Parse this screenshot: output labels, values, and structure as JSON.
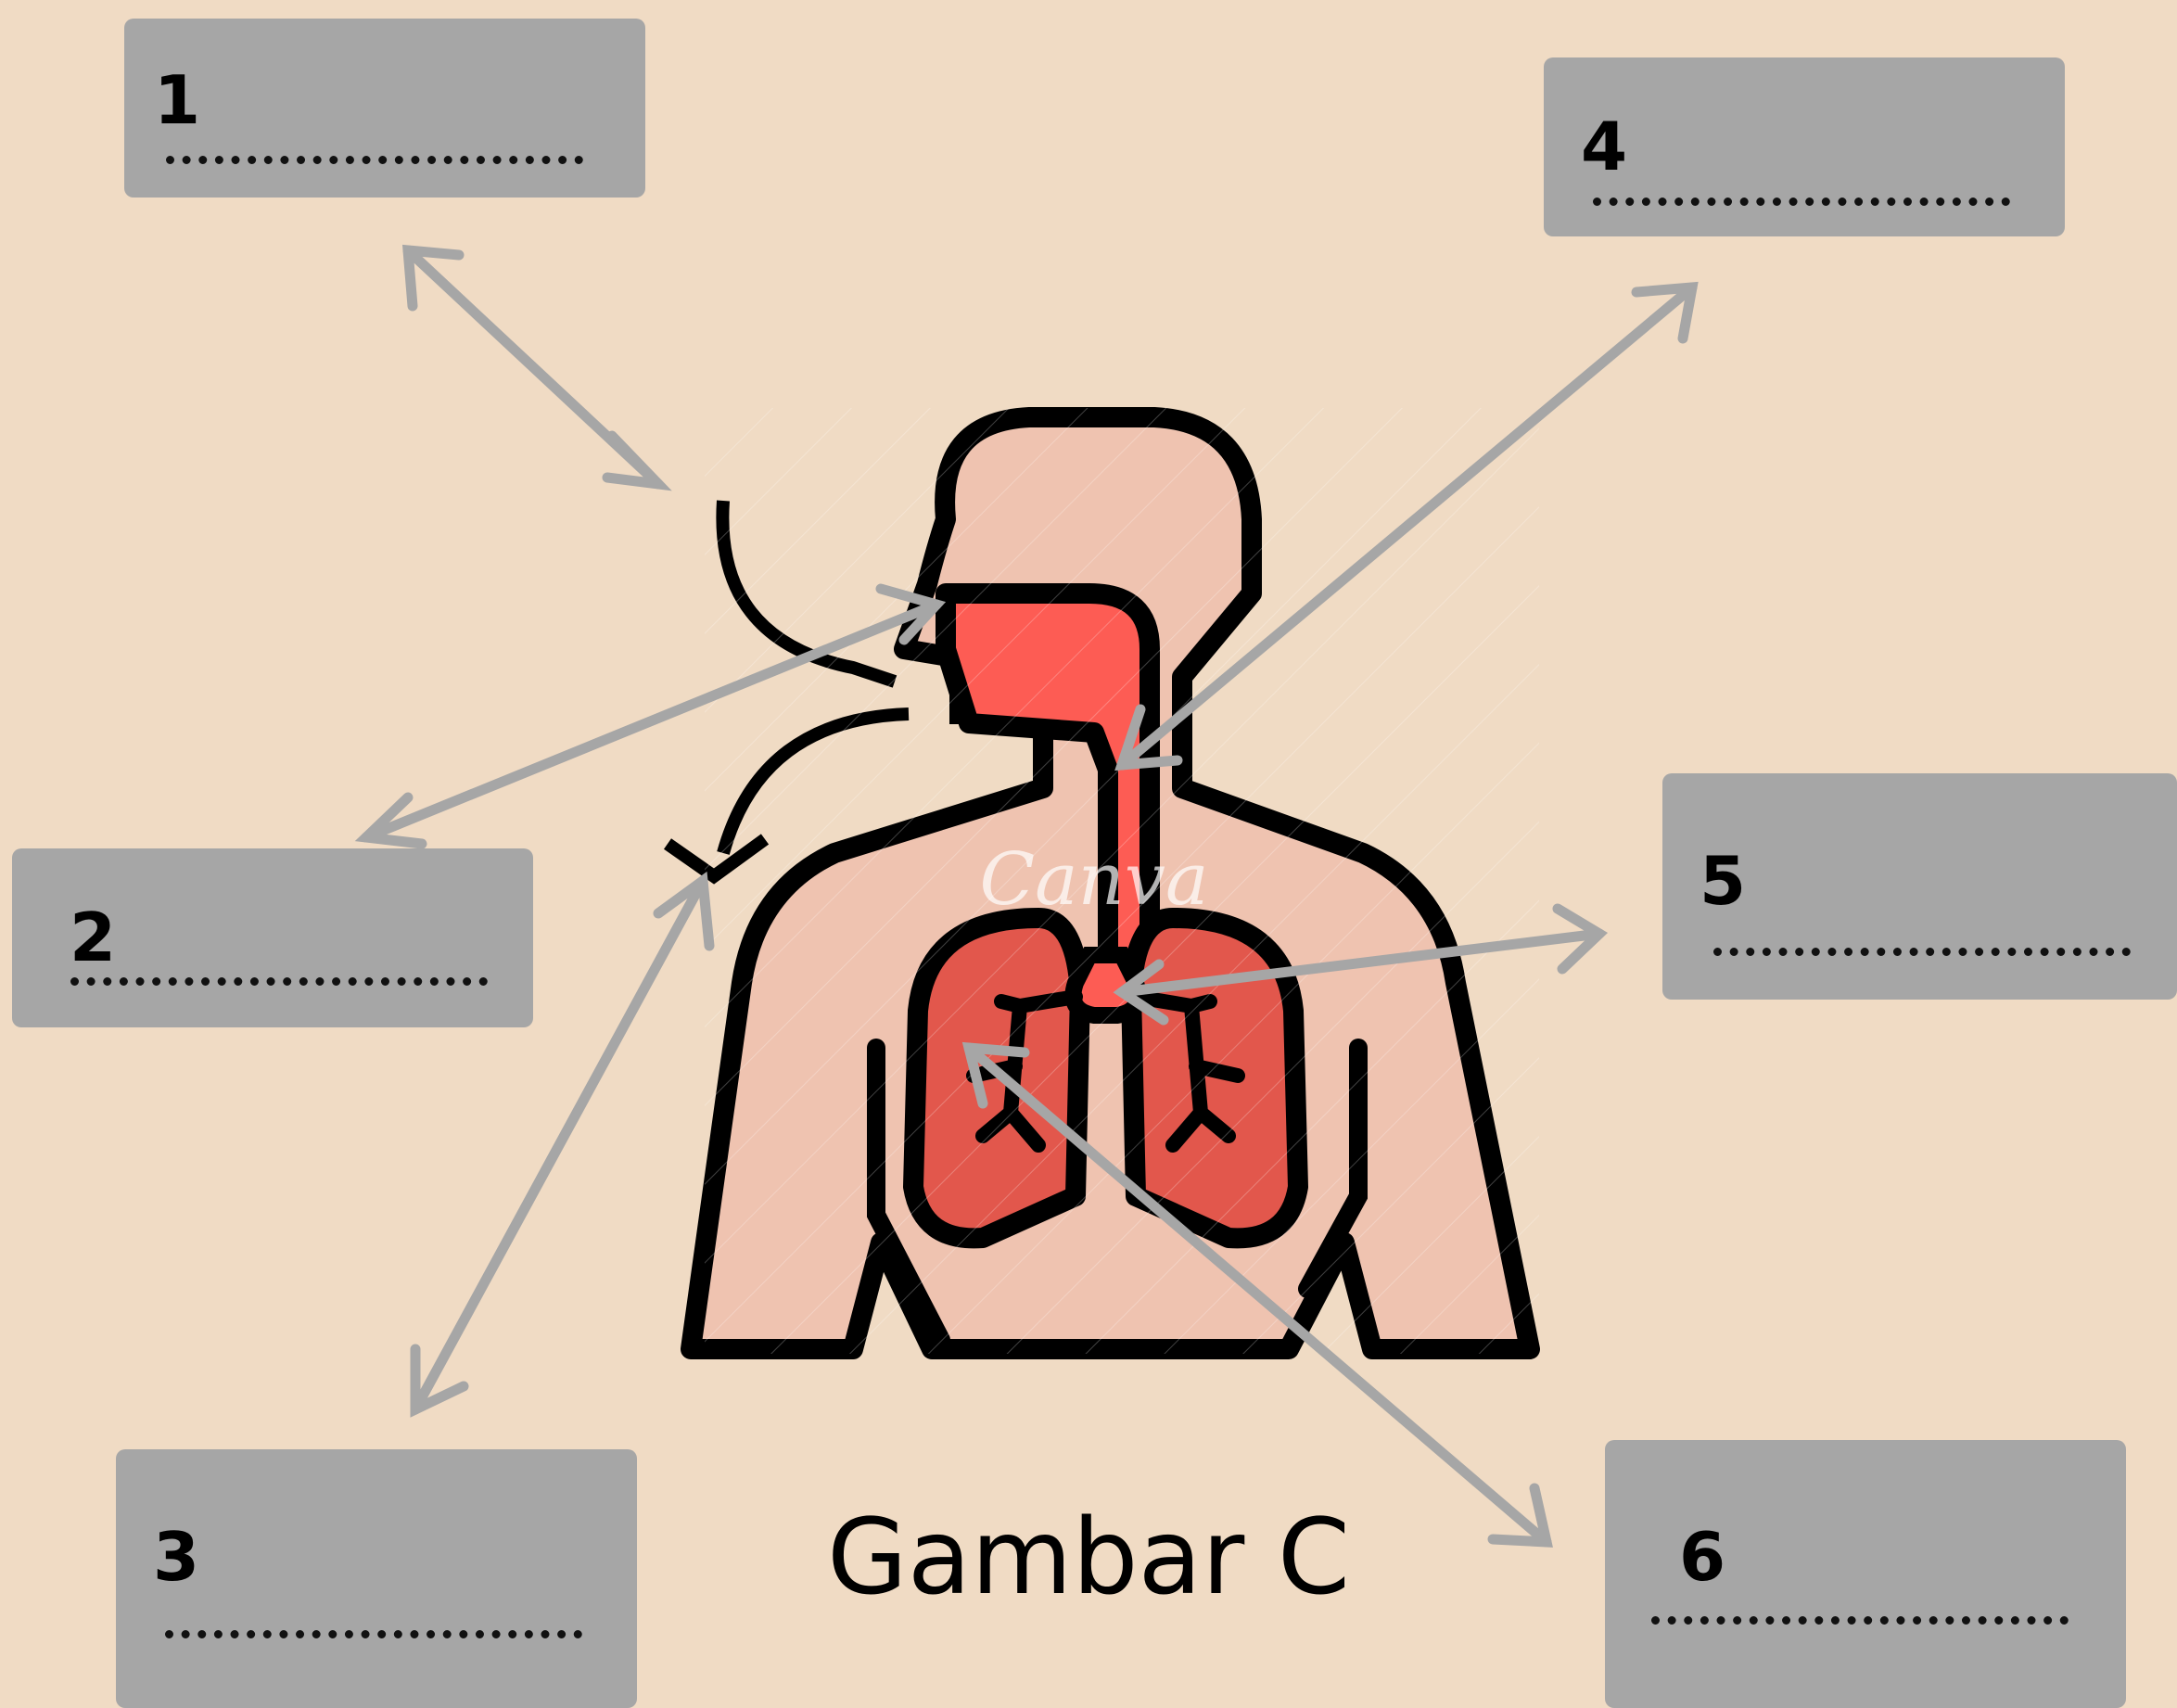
{
  "labels": [
    {
      "number": "1",
      "answer_line": "......................"
    },
    {
      "number": "2",
      "answer_line": "......................"
    },
    {
      "number": "3",
      "answer_line": "......................"
    },
    {
      "number": "4",
      "answer_line": "......................"
    },
    {
      "number": "5",
      "answer_line": "......................"
    },
    {
      "number": "6",
      "answer_line": "......................"
    }
  ],
  "caption": "Gambar C",
  "watermark": "Canva",
  "colors": {
    "background": "#f0dbc4",
    "label_box": "#a6a6a6",
    "arrow": "#a6a6a6",
    "skin": "#efc3b0",
    "airway": "#fd5c54",
    "lung": "#e2574c",
    "outline": "#000000"
  }
}
